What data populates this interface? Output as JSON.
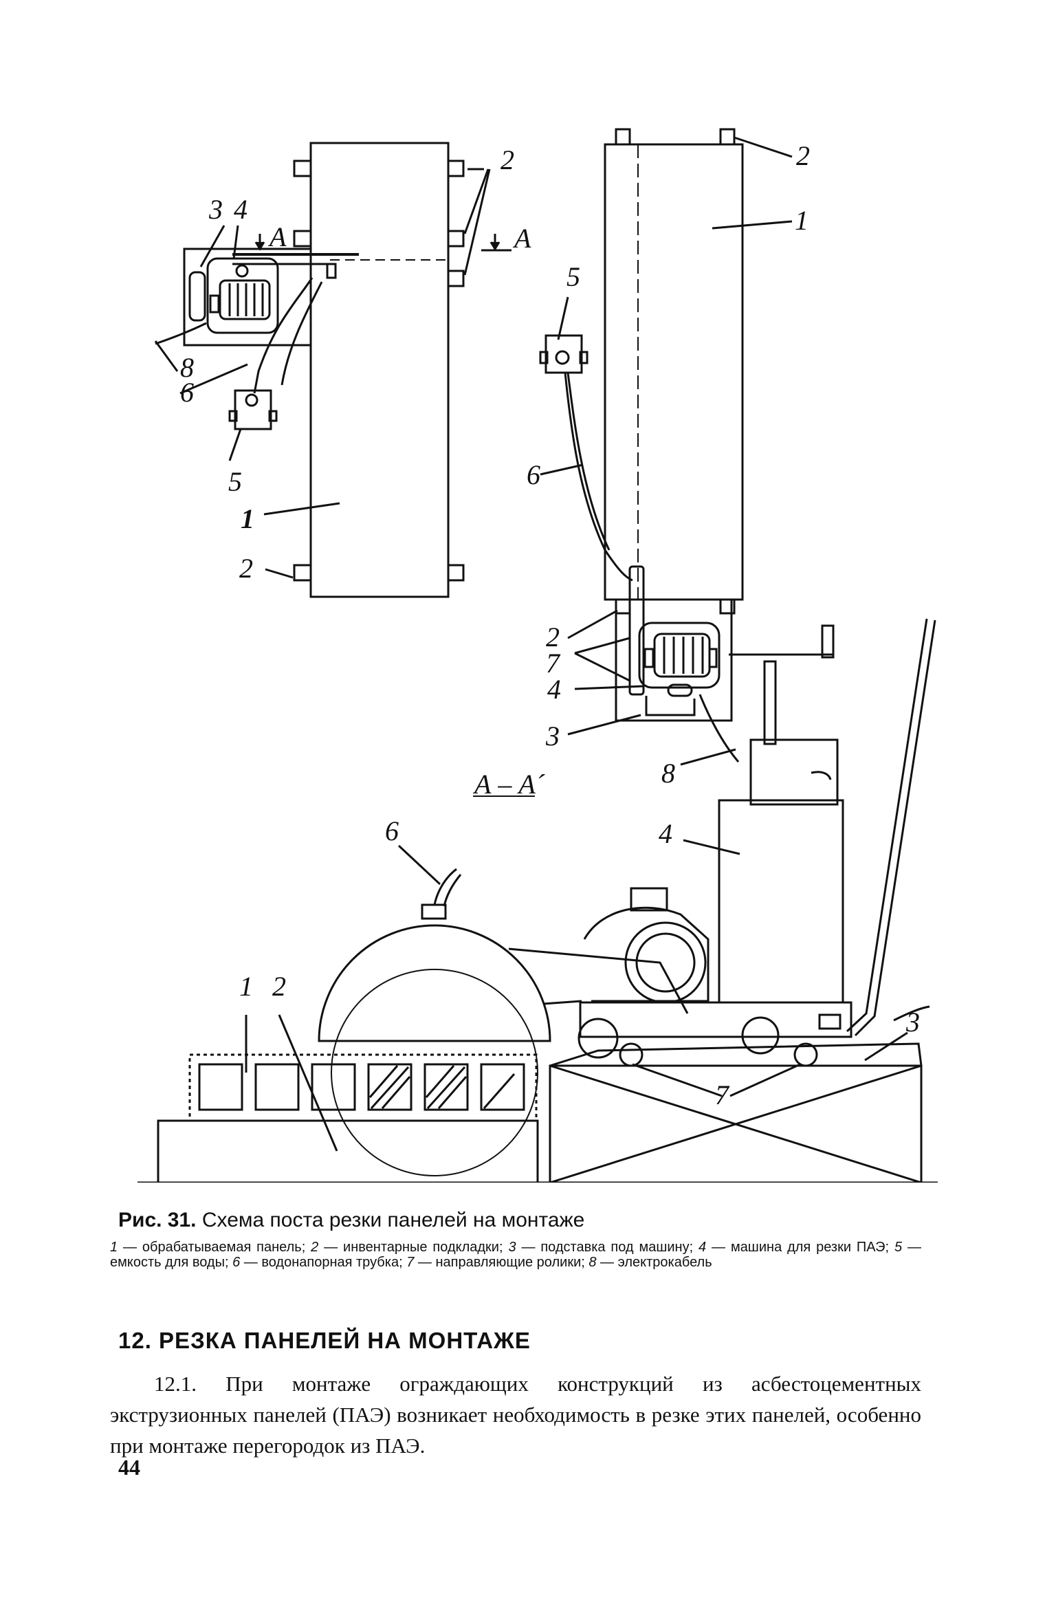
{
  "figure": {
    "section_label": "А – А´",
    "labels": {
      "top_left": [
        "3",
        "4",
        "А",
        "2",
        "А",
        "8",
        "6",
        "5",
        "1",
        "2"
      ],
      "top_right": [
        "2",
        "1",
        "5",
        "6",
        "2",
        "7",
        "4",
        "3",
        "8"
      ],
      "bottom": [
        "6",
        "4",
        "1",
        "2",
        "3",
        "7"
      ]
    }
  },
  "caption": {
    "fig_number": "Рис. 31.",
    "fig_title": "Схема поста резки панелей на монтаже",
    "legend": [
      {
        "num": "1",
        "text": "обрабатываемая панель;"
      },
      {
        "num": "2",
        "text": "инвентарные подкладки;"
      },
      {
        "num": "3",
        "text": "подставка под машину;"
      },
      {
        "num": "4",
        "text": "машина для резки ПАЭ;"
      },
      {
        "num": "5",
        "text": "емкость для воды;"
      },
      {
        "num": "6",
        "text": "водонапорная трубка;"
      },
      {
        "num": "7",
        "text": "направляющие ролики;"
      },
      {
        "num": "8",
        "text": "электрокабель"
      }
    ]
  },
  "section": {
    "heading": "12. РЕЗКА ПАНЕЛЕЙ НА МОНТАЖЕ",
    "paragraph": "12.1. При монтаже ограждающих конструкций из асбестоцементных экструзионных панелей (ПАЭ) возникает необходимость в резке этих панелей, особенно при монтаже перегородок из ПАЭ."
  },
  "page_number": "44"
}
